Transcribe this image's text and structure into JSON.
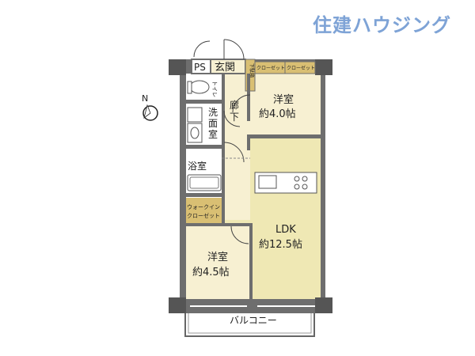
{
  "brand": "住建ハウジング",
  "compass": "N",
  "rooms": {
    "ps": "PS",
    "genkan": "玄関",
    "getabako": "下駄箱",
    "closet1": "クローゼット",
    "closet2": "クローゼット",
    "toilet": "トイレ",
    "washroom": "洗面室",
    "corridor": "廊下",
    "bath": "浴室",
    "wic_line1": "ウォークイン",
    "wic_line2": "クローゼット",
    "western1_name": "洋室",
    "western1_size": "約4.0帖",
    "western2_name": "洋室",
    "western2_size": "約4.5帖",
    "ldk_name": "LDK",
    "ldk_size": "約12.5帖",
    "balcony": "バルコニー"
  },
  "colors": {
    "wall": "#6e6e6e",
    "floor_western": "#f7f0d2",
    "floor_ldk": "#efe8b4",
    "floor_corridor": "#f7f0d2",
    "wet_area": "#ffffff",
    "storage": "#d9bf73",
    "brand": "#7ea3d6"
  }
}
